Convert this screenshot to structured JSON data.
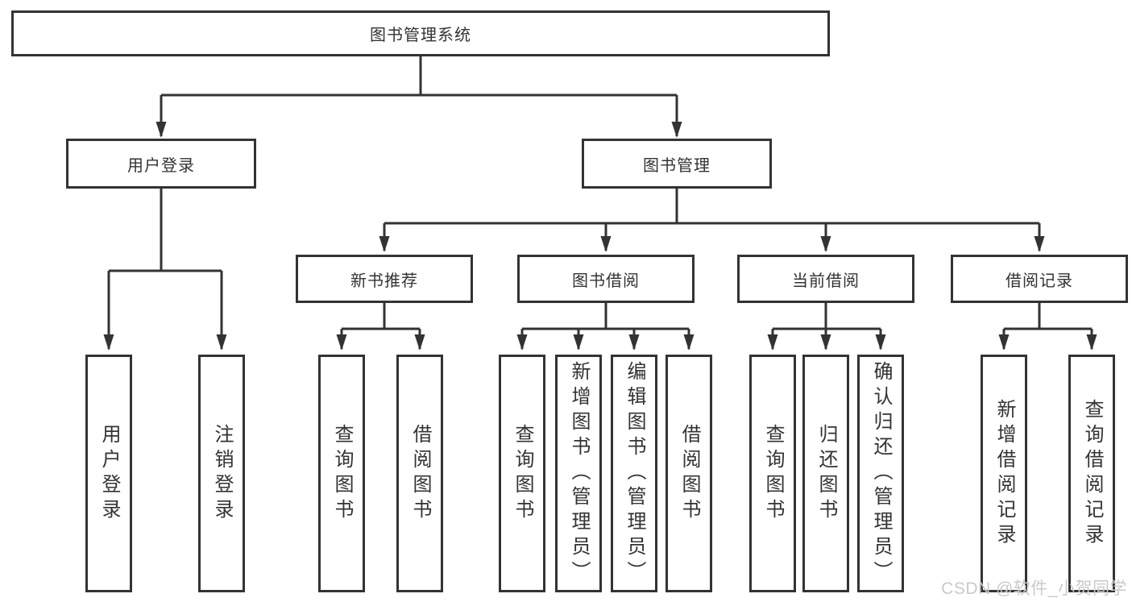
{
  "diagram": {
    "root": {
      "label": "图书管理系统"
    },
    "level2": [
      {
        "label": "用户登录"
      },
      {
        "label": "图书管理"
      }
    ],
    "level3": [
      {
        "label": "新书推荐"
      },
      {
        "label": "图书借阅"
      },
      {
        "label": "当前借阅"
      },
      {
        "label": "借阅记录"
      }
    ],
    "leaves": {
      "user_login": [
        {
          "label": "用户登录"
        },
        {
          "label": "注销登录"
        }
      ],
      "new_book_recommend": [
        {
          "label": "查询图书"
        },
        {
          "label": "借阅图书"
        }
      ],
      "book_borrow": [
        {
          "label": "查询图书"
        },
        {
          "label": "新增图书（管理员）"
        },
        {
          "label": "编辑图书（管理员）"
        },
        {
          "label": "借阅图书"
        }
      ],
      "current_borrow": [
        {
          "label": "查询图书"
        },
        {
          "label": "归还图书"
        },
        {
          "label": "确认归还（管理员）"
        }
      ],
      "borrow_records": [
        {
          "label": "新增借阅记录"
        },
        {
          "label": "查询借阅记录"
        }
      ]
    },
    "colors": {
      "line": "#333333",
      "text": "#333333",
      "background": "#ffffff",
      "watermark": "#c9c9c9"
    }
  },
  "watermark": {
    "text": "CSDN @软件_小贺同学"
  }
}
